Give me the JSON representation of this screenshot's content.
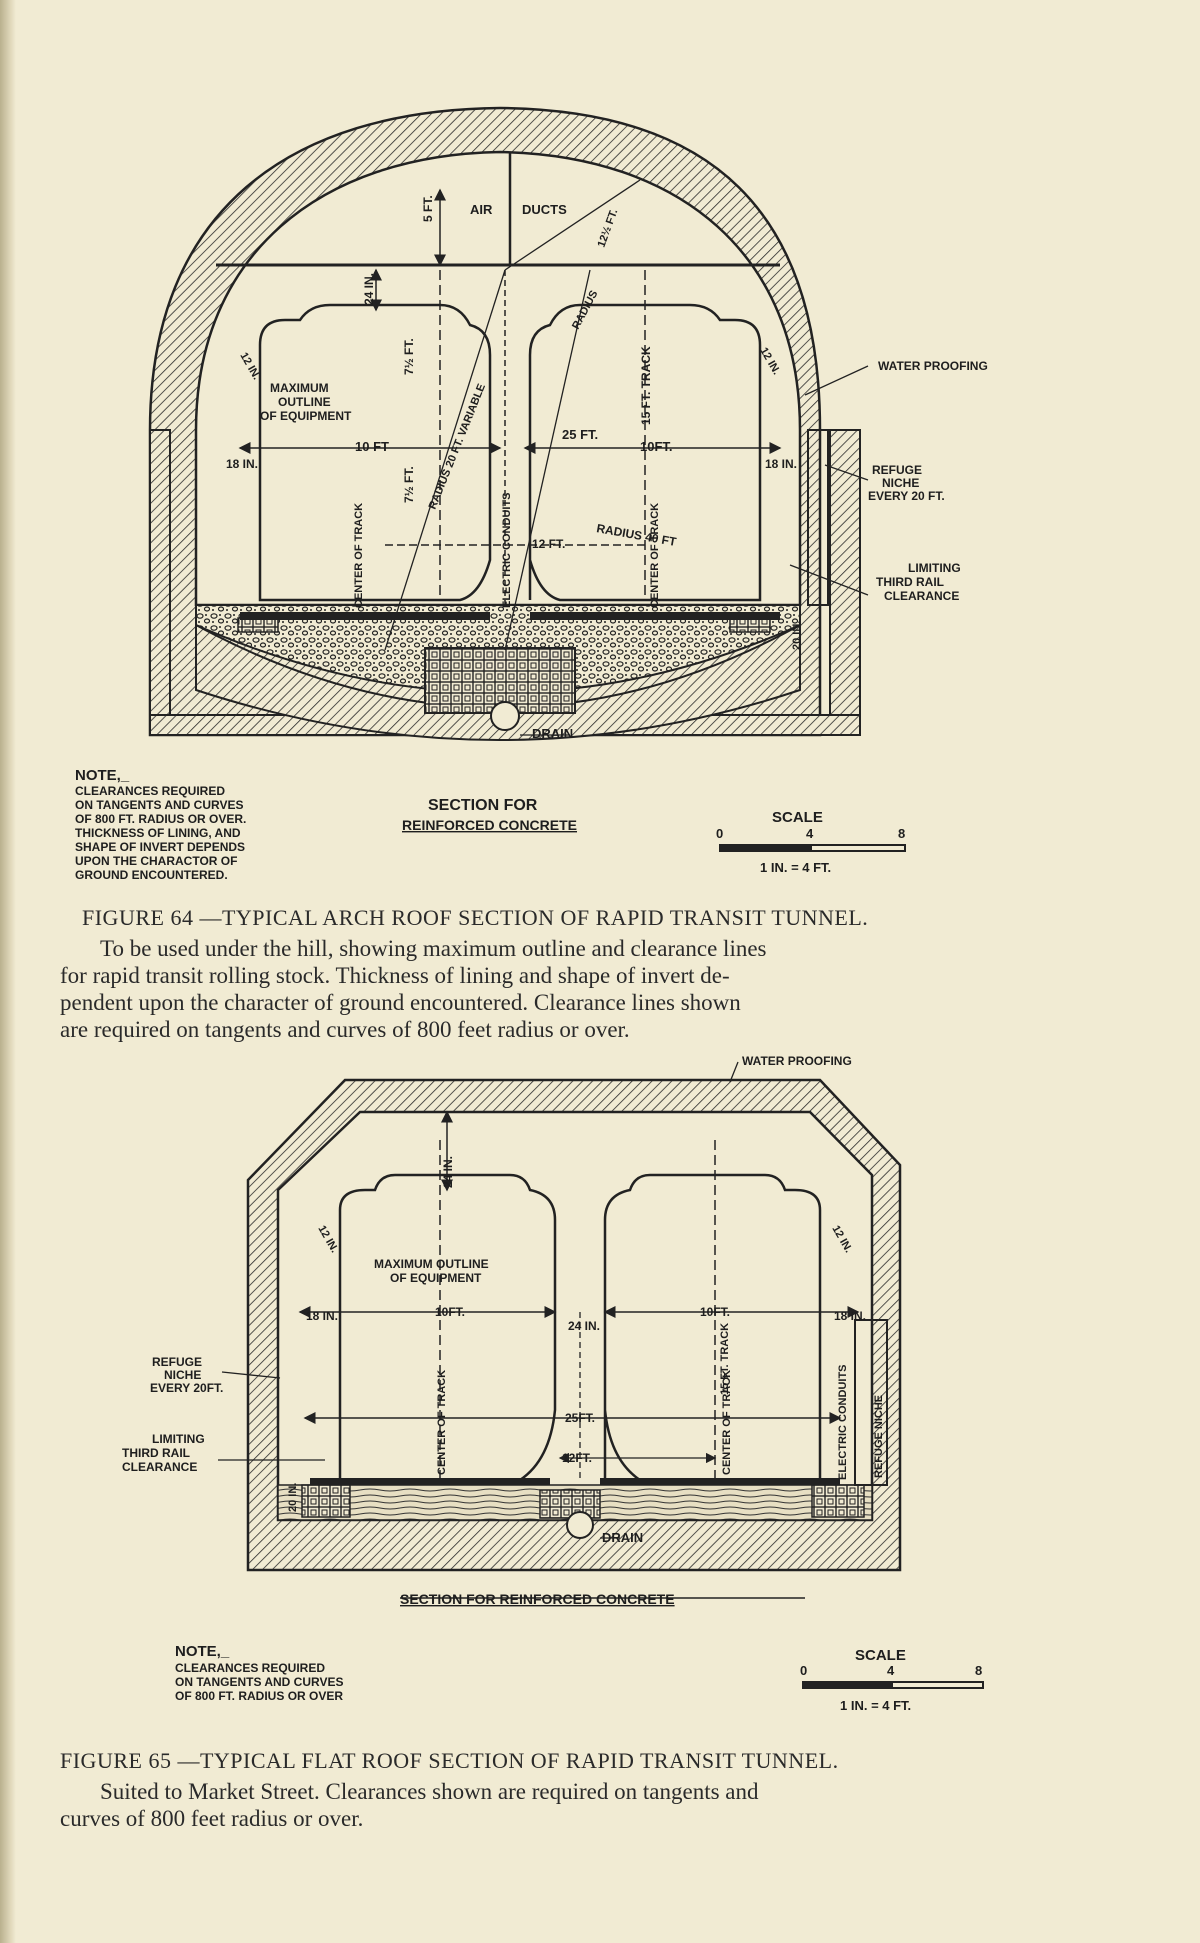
{
  "figure64": {
    "labels": {
      "air": "AIR",
      "ducts": "DUCTS",
      "five_ft": "5 FT.",
      "twelve_half_ft": "12½ FT.",
      "radius": "RADIUS",
      "twentyfour_in": "24 IN.",
      "max_outline": [
        "MAXIMUM",
        "OUTLINE",
        "OF EQUIPMENT"
      ],
      "twelve_in_left": "12 IN.",
      "twelve_in_right": "12 IN.",
      "eighteen_in_left": "18 IN.",
      "eighteen_in_right": "18 IN.",
      "ten_ft_left": "10 FT",
      "ten_ft_right": "10FT.",
      "twentyfive_ft": "25 FT.",
      "fifteen_ft_track": "15 FT. TRACK",
      "seven_half_ft": "7½ FT.",
      "seven_half_ft_upper": "7½ FT.",
      "radius_20ft_variable": "RADIUS 20 FT. VARIABLE",
      "radius_40ft": "RADIUS 40 FT",
      "twelve_ft": "12 FT.",
      "electric_conduits": "ELECTRIC CONDUITS",
      "center_of_track_left": "CENTER OF TRACK",
      "center_of_track_right": "CENTER OF TRACK",
      "twenty_in": "20 IN.",
      "drain": "DRAIN",
      "water_proofing": "WATER PROOFING",
      "refuge_niche": [
        "REFUGE",
        "NICHE",
        "EVERY 20 FT."
      ],
      "limiting_third_rail": [
        "LIMITING",
        "THIRD RAIL",
        "CLEARANCE"
      ],
      "section_title": [
        "SECTION FOR",
        "REINFORCED CONCRETE"
      ]
    },
    "note": [
      "NOTE,_",
      "CLEARANCES REQUIRED",
      "ON TANGENTS AND CURVES",
      "OF 800 FT. RADIUS OR OVER.",
      "THICKNESS OF LINING, AND",
      "SHAPE OF INVERT DEPENDS",
      "UPON THE CHARACTOR OF",
      "GROUND ENCOUNTERED."
    ],
    "scale": {
      "title": "SCALE",
      "ticks": [
        "0",
        "4",
        "8"
      ],
      "ratio": "1 IN. = 4 FT."
    },
    "caption": "FIGURE 64 —TYPICAL ARCH ROOF SECTION OF RAPID TRANSIT TUNNEL.",
    "description": [
      "To be used under the hill, showing maximum outline and clearance lines",
      "for rapid transit rolling stock. Thickness of lining and shape of invert de-",
      "pendent upon the character of ground encountered. Clearance lines shown",
      "are required on tangents and curves of 800 feet radius or over."
    ]
  },
  "figure65": {
    "labels": {
      "water_proofing": "WATER PROOFING",
      "twentyfour_in_top": "24 IN.",
      "twelve_in_left": "12 IN.",
      "twelve_in_right": "12 IN.",
      "max_outline": [
        "MAXIMUM OUTLINE",
        "OF EQUIPMENT"
      ],
      "eighteen_in_left": "18 IN.",
      "eighteen_in_right": "18 IN.",
      "ten_ft_left": "10FT.",
      "ten_ft_right": "10FT.",
      "twentyfour_in_mid": "24 IN.",
      "center_of_track_left": "CENTER OF TRACK",
      "center_of_track_right": "CENTER OF TRACK",
      "fifteen_ft_track": "15 FT. TRACK",
      "twentyfive_ft": "25FT.",
      "twelve_ft": "12FT.",
      "electric_conduits": "ELECTRIC CONDUITS",
      "refuge_niche_vertical": "REFUGE NICHE",
      "twenty_in": "20 IN.",
      "drain": "DRAIN",
      "refuge_niche": [
        "REFUGE",
        "NICHE",
        "EVERY 20FT."
      ],
      "limiting_third_rail": [
        "LIMITING",
        "THIRD RAIL",
        "CLEARANCE"
      ],
      "section_title": "SECTION FOR REINFORCED CONCRETE"
    },
    "note": [
      "NOTE,_",
      "CLEARANCES REQUIRED",
      "ON TANGENTS AND CURVES",
      "OF 800 FT. RADIUS OR OVER"
    ],
    "scale": {
      "title": "SCALE",
      "ticks": [
        "0",
        "4",
        "8"
      ],
      "ratio": "1 IN. = 4 FT."
    },
    "caption": "FIGURE 65 —TYPICAL FLAT ROOF SECTION OF RAPID TRANSIT TUNNEL.",
    "description": [
      "Suited to Market Street. Clearances shown are required on tangents and",
      "curves of 800 feet radius or over."
    ]
  }
}
